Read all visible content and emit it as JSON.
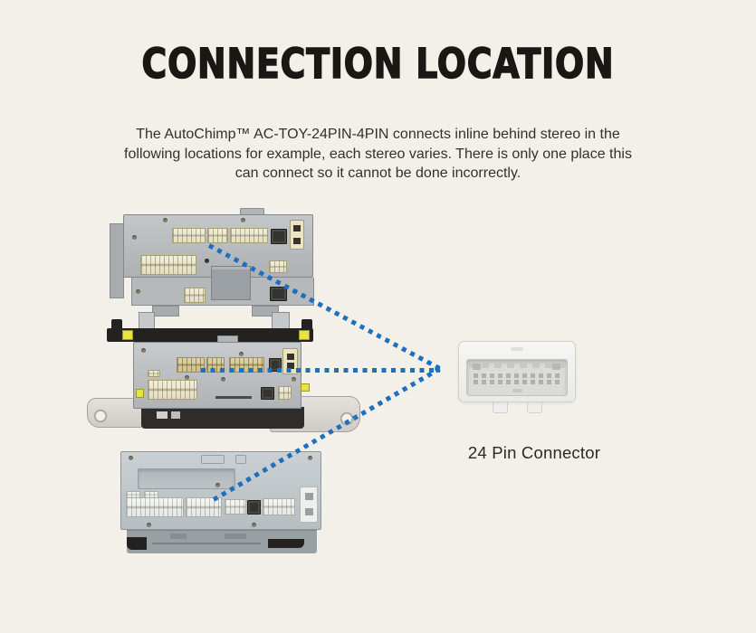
{
  "theme": {
    "background": "#f2f0e9",
    "accent_blue": "#1e6fbd",
    "title_color": "#1b1714",
    "text_color": "#33312c"
  },
  "header": {
    "title": "CONNECTION LOCATION"
  },
  "intro": {
    "lines": [
      "The AutoChimp™ AC-TOY-24PIN-4PIN connects inline behind stereo in the",
      "following locations for example, each stereo varies. There is only one place this",
      "can connect so it cannot be done incorrectly."
    ]
  },
  "figure": {
    "connector_label": "24 Pin Connector",
    "photos": [
      "toyota-stereo-rear-view-top",
      "toyota-stereo-rear-view-middle",
      "toyota-stereo-rear-view-bottom",
      "24-pin-connector-photo"
    ]
  }
}
